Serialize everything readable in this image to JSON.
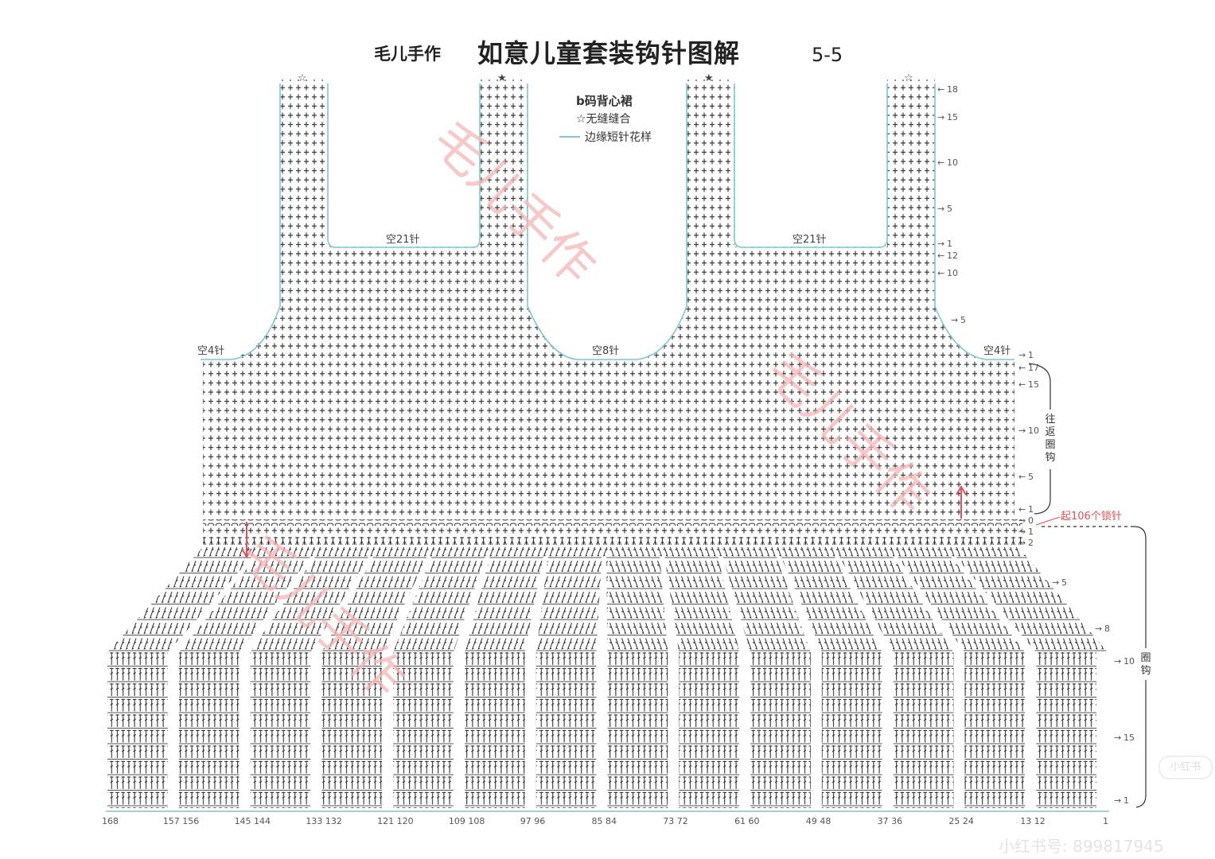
{
  "header": {
    "brand": "毛儿手作",
    "title": "如意儿童套装钩针图解",
    "page": "5-5"
  },
  "legend": {
    "size": "b码背心裙",
    "seam": "☆无缝缝合",
    "edge": "边缘短针花样",
    "edge_color": "#7cc7d3"
  },
  "straps": {
    "markers": [
      "☆",
      "★",
      "★",
      "☆"
    ]
  },
  "gaps": {
    "neck_left": "空21针",
    "neck_right": "空21针",
    "arm_left": "空4针",
    "arm_middle": "空8针",
    "arm_right": "空4针"
  },
  "annotations": {
    "back_forth": "往返圈钩",
    "chain_start": "起106个锁针",
    "round": "圈钩",
    "accent_color": "#e0505a"
  },
  "row_labels": {
    "strap": [
      "18",
      "15",
      "10",
      "5",
      "1"
    ],
    "shoulder": [
      "12",
      "10",
      "5",
      "1"
    ],
    "bodice": [
      "17",
      "15",
      "10",
      "5",
      "1",
      "0"
    ],
    "skirt": [
      "1",
      "2",
      "5",
      "8",
      "10",
      "15",
      "1"
    ]
  },
  "stitch_labels": [
    "168",
    "157 156",
    "145 144",
    "133 132",
    "121 120",
    "109 108",
    "97  96",
    "85 84",
    "73 72",
    "61 60",
    "49 48",
    "37 36",
    "25 24",
    "13 12",
    "1"
  ],
  "watermark": {
    "text": "毛儿手作",
    "footer": "小红书号: 899817945",
    "logo": "小红书"
  }
}
